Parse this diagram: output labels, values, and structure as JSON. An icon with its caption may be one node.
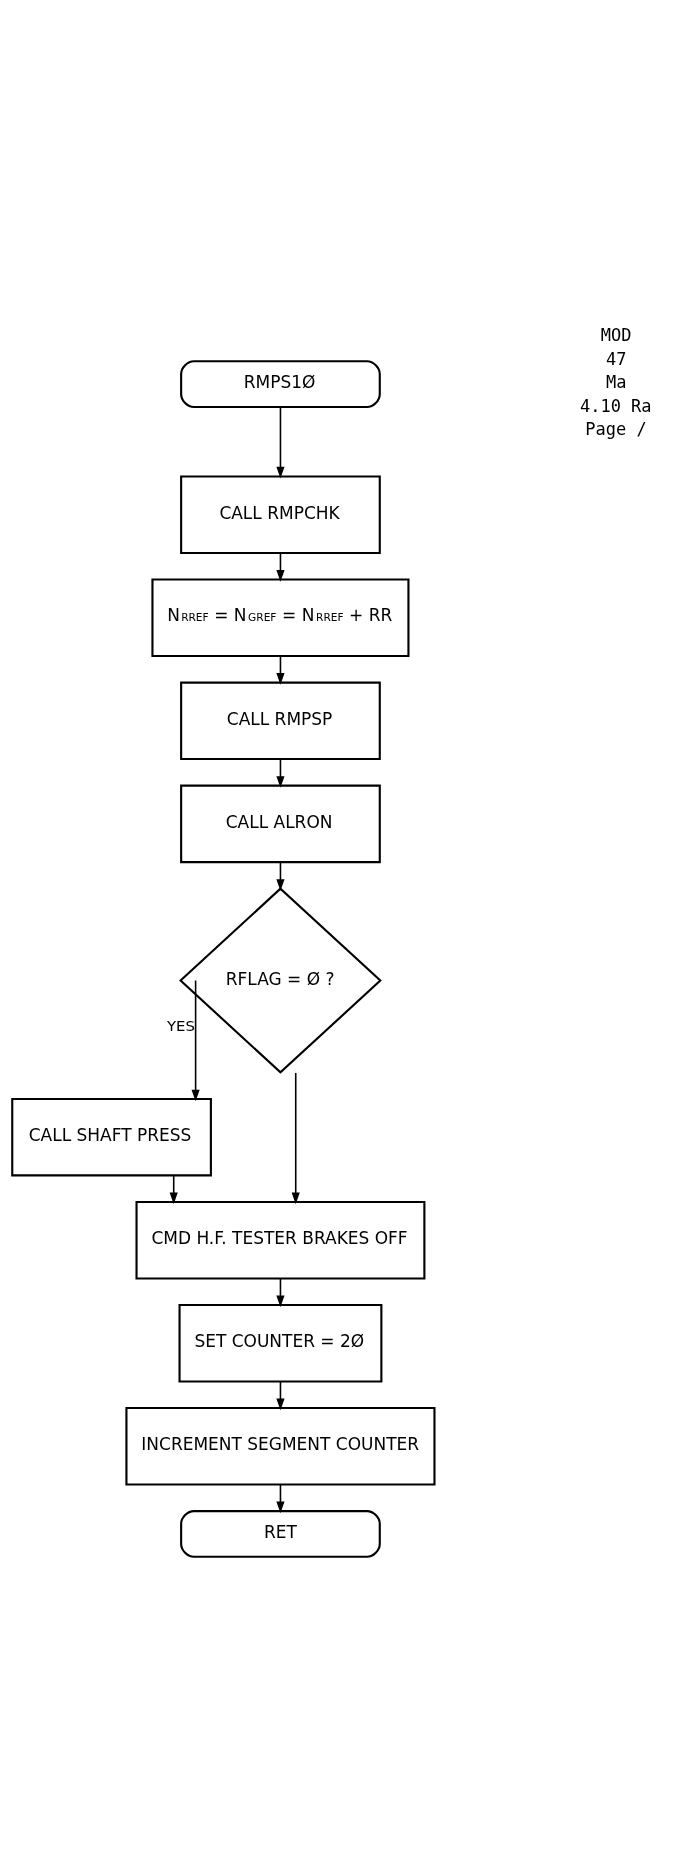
{
  "diagram": {
    "nodes": [
      {
        "text": [
          "RMPS1Ø"
        ]
      },
      {
        "text": [
          "CALL RMPCHK"
        ]
      },
      {
        "text": [
          "N$_{RREF}$ = N$_{GREF}$ = N$_{RREF}$ + RR"
        ]
      },
      {
        "text": [
          "CALL RMPSP"
        ]
      },
      {
        "text": [
          "CALL ALRON"
        ]
      },
      {
        "text": [
          "RFLAG = Ø ?"
        ]
      },
      {
        "text": [
          "CALL SHAFT PRESS"
        ]
      },
      {
        "text": [
          "CMD H.F. TESTER BRAKES OFF"
        ]
      },
      {
        "text": [
          "SET COUNTER = 2Ø"
        ]
      },
      {
        "text": [
          "INCREMENT SEGMENT COUNTER"
        ]
      },
      {
        "text": [
          "RET"
        ]
      }
    ],
    "edges": [
      {
        "from": 0,
        "to": 1,
        "arrow": "to"
      },
      {
        "from": 1,
        "to": 2,
        "arrow": "to"
      },
      {
        "from": 2,
        "to": 3,
        "arrow": "to"
      },
      {
        "from": 3,
        "to": 4,
        "arrow": "to"
      },
      {
        "from": 4,
        "to": 5,
        "arrow": "to"
      },
      {
        "from": 5,
        "to": 6,
        "arrow": "to",
        "label": "YES"
      },
      {
        "from": 5,
        "to": 7,
        "arrow": "to"
      },
      {
        "from": 6,
        "to": 7,
        "arrow": "to"
      },
      {
        "from": 7,
        "to": 8,
        "arrow": "to"
      },
      {
        "from": 8,
        "to": 9,
        "arrow": "to"
      },
      {
        "from": 9,
        "to": 10,
        "arrow": "to"
      }
    ],
    "labels": [
      "MOD",
      "47",
      "Ma",
      "4.10 Ra",
      "Page /"
    ]
  }
}
